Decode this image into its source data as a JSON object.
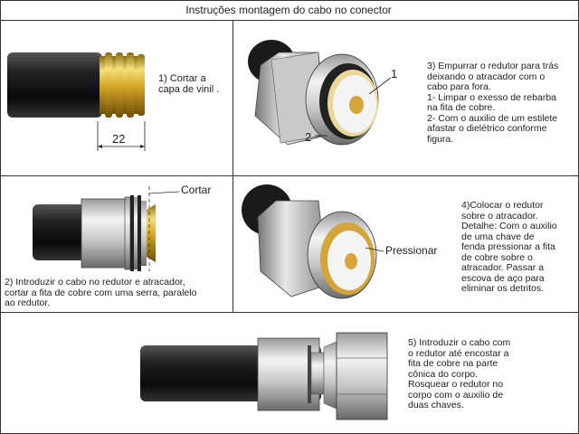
{
  "title": "Instruções montagem do cabo no conector",
  "step1": {
    "text": "1) Cortar a\ncapa de vinil .",
    "dimension": "22"
  },
  "step2": {
    "cut_label": "Cortar",
    "text": "2) Introduzir o cabo no redutor e atracador,\ncortar a fita de cobre com uma serra, paralelo\nao redutor."
  },
  "step3": {
    "marker1": "1",
    "marker2": "2",
    "text": "3) Empurrar o redutor para trás\ndeixando o atracador com o\ncabo para fora.\n1- Limpar o exesso de rebarba\nna fita de cobre.\n2- Com o auxilio de um estilete\nafastar o dielétrico conforme\nfigura."
  },
  "step4": {
    "press_label": "Pressionar",
    "text": "4)Colocar o redutor\nsobre o atracador.\nDetalhe: Com o auxilio\nde uma chave de\nfenda pressionar a fita\nde cobre sobre o\natracador. Passar a\nescova de aço para\neliminar os detritos."
  },
  "step5": {
    "text": "5) Introduzir o cabo com\no redutor até encostar a\nfita de cobre na parte\ncônica do corpo.\nRosquear o redutor no\ncorpo com o auxilio de\nduas chaves."
  }
}
